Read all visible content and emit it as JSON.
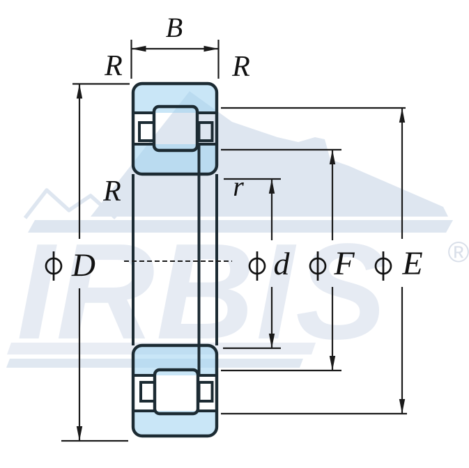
{
  "diagram": {
    "description": "bearing cross-section dimension drawing",
    "dimensions": {
      "width": {
        "symbol": "B"
      },
      "outer_diameter": {
        "prefix": "ϕ",
        "symbol": "D"
      },
      "bore_diameter": {
        "prefix": "ϕ",
        "symbol": "d"
      },
      "flange_diameter": {
        "prefix": "ϕ",
        "symbol": "F"
      },
      "rib_diameter": {
        "prefix": "ϕ",
        "symbol": "E"
      }
    },
    "radius_labels": {
      "top_left": "R",
      "top_right": "R",
      "middle_left": "R",
      "middle_right": "r"
    }
  },
  "watermark": {
    "brand": "IRBIS",
    "registered_mark": "®"
  },
  "colors": {
    "bearing_outline": "#1c2b33",
    "bearing_fill": "#cfe7f5",
    "dimension_lines": "#1a1a1a",
    "watermark_shapes": "#dee6f0",
    "watermark_text": "#e6ebf3",
    "background": "#ffffff"
  }
}
